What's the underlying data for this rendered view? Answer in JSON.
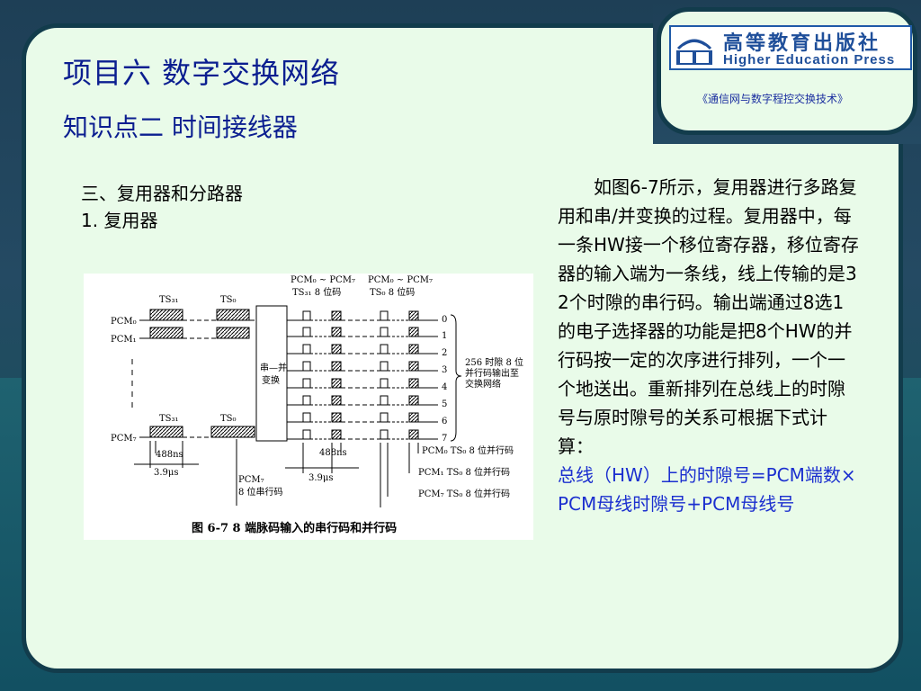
{
  "header": {
    "publisher_cn": "高等教育出版社",
    "publisher_en": "Higher Education Press",
    "book_title": "《通信网与数字程控交换技术》"
  },
  "title": {
    "main": "项目六  数字交换网络",
    "sub": "知识点二 时间接线器"
  },
  "section": {
    "heading": "三、复用器和分路器",
    "item": "1. 复用器"
  },
  "figure": {
    "caption": "图 6-7  8 端脉码输入的串行码和并行码",
    "labels": {
      "ts31_top": "TS₃₁",
      "ts0_top": "TS₀",
      "pcm0": "PCM₀",
      "pcm1": "PCM₁",
      "pcm7": "PCM₇",
      "ts31_bot": "TS₃₁",
      "ts0_bot": "TS₀",
      "ns488_left": "488ns",
      "us39_left": "3.9μs",
      "converter": "串—并\n变换",
      "col1_head1": "PCM₀ ~ PCM₇",
      "col1_head2": "TS₃₁  8 位码",
      "col2_head1": "PCM₀ ~ PCM₇",
      "col2_head2": "TS₀  8 位码",
      "out_rows": [
        "0",
        "1",
        "2",
        "3",
        "4",
        "5",
        "6",
        "7"
      ],
      "out_note": "256 时隙 8 位并行码输出至交换网络",
      "ns488_mid": "488ns",
      "us39_mid": "3.9μs",
      "pcm7_serial_1": "PCM₇",
      "pcm7_serial_2": "8 位串行码",
      "par0": "PCM₀  TS₀  8 位并行码",
      "par1": "PCM₁  TS₀  8 位并行码",
      "par7": "PCM₇  TS₀  8 位并行码"
    }
  },
  "body": {
    "paragraph": "如图6-7所示，复用器进行多路复用和串/并变换的过程。复用器中，每一条HW接一个移位寄存器，移位寄存器的输入端为一条线，线上传输的是32个时隙的串行码。输出端通过8选1的电子选择器的功能是把8个HW的并行码按一定的次序进行排列，一个一个地送出。重新排列在总线上的时隙号与原时隙号的关系可根据下式计算：",
    "formula": "总线（HW）上的时隙号=PCM端数×PCM母线时隙号+PCM母线号"
  },
  "colors": {
    "panel_bg": "#e9fbe9",
    "border": "#123c4c",
    "title_blue": "#0b1e90",
    "formula_blue": "#1b2fcf"
  }
}
